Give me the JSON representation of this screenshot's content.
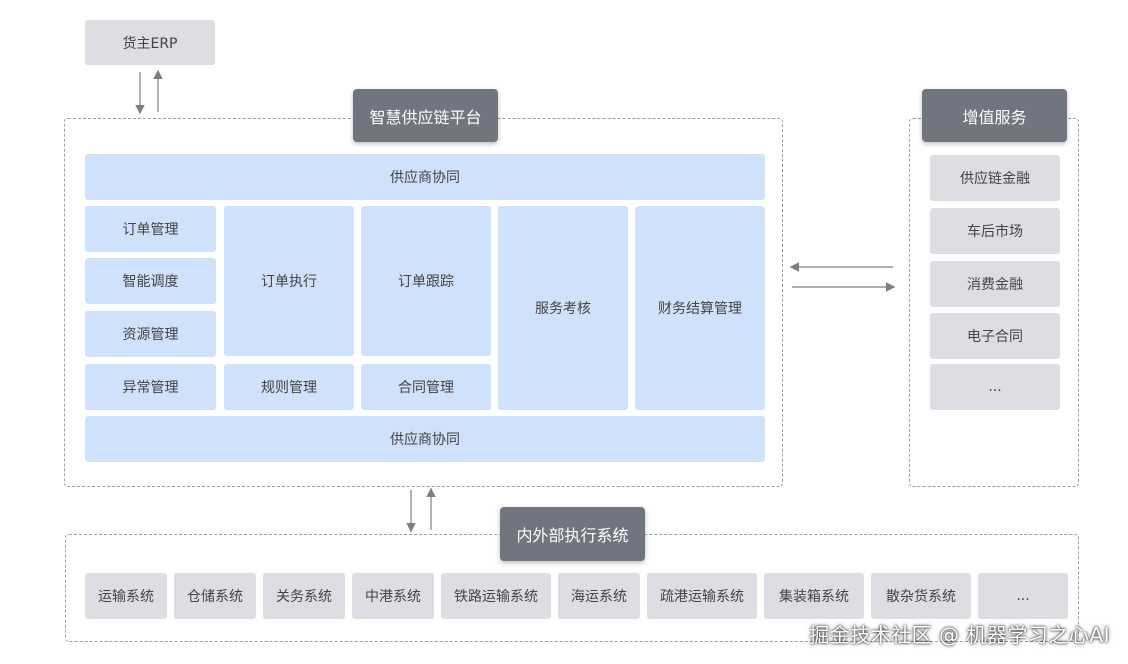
{
  "erp": {
    "label": "货主ERP"
  },
  "platform": {
    "title": "智慧供应链平台",
    "top_bar": "供应商协同",
    "bottom_bar": "供应商协同",
    "left_column": [
      "订单管理",
      "智能调度",
      "资源管理",
      "异常管理"
    ],
    "order_exec": "订单执行",
    "order_track": "订单跟踪",
    "rule_mgmt": "规则管理",
    "contract_mgmt": "合同管理",
    "service_eval": "服务考核",
    "finance_mgmt": "财务结算管理"
  },
  "value_added": {
    "title": "增值服务",
    "items": [
      "供应链金融",
      "车后市场",
      "消费金融",
      "电子合同",
      "..."
    ]
  },
  "exec_systems": {
    "title": "内外部执行系统",
    "items": [
      "运输系统",
      "仓储系统",
      "关务系统",
      "中港系统",
      "铁路运输系统",
      "海运系统",
      "疏港运输系统",
      "集装箱系统",
      "散杂货系统",
      "..."
    ]
  },
  "watermark": "掘金技术社区 @ 机器学习之心AI",
  "colors": {
    "block_blue": "#cfe1fb",
    "block_gray": "#dcdee2",
    "title_dark": "#70757f"
  }
}
